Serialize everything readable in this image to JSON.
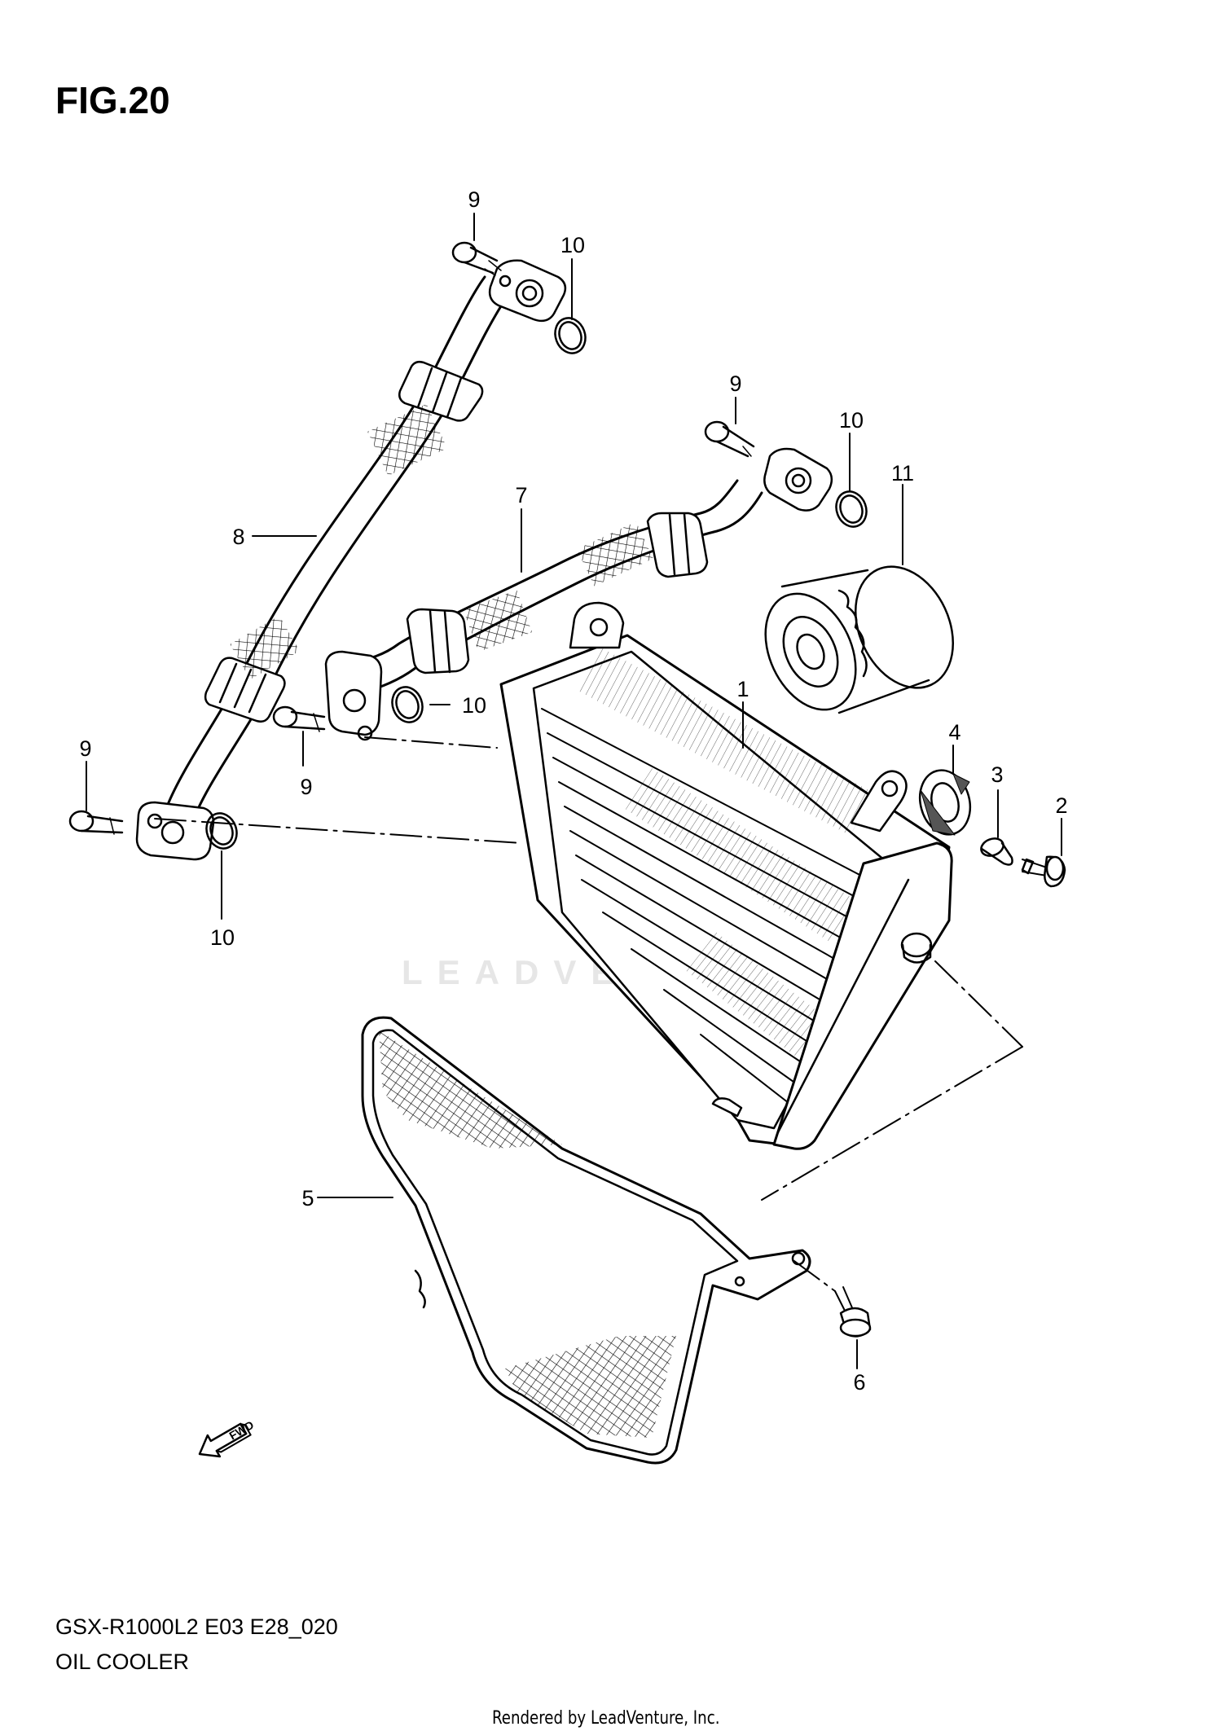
{
  "figure": {
    "title": "FIG.20",
    "model_code": "GSX-R1000L2 E03 E28_020",
    "section_name": "OIL COOLER",
    "render_credit": "Rendered by LeadVenture, Inc.",
    "watermark": "LEADVENTURE",
    "fwd_badge": "FWD"
  },
  "callouts": {
    "c1": "1",
    "c2": "2",
    "c3": "3",
    "c4": "4",
    "c5": "5",
    "c6": "6",
    "c7": "7",
    "c8": "8",
    "c9a": "9",
    "c9b": "9",
    "c9c": "9",
    "c9d": "9",
    "c10a": "10",
    "c10b": "10",
    "c10c": "10",
    "c10d": "10",
    "c11": "11"
  }
}
